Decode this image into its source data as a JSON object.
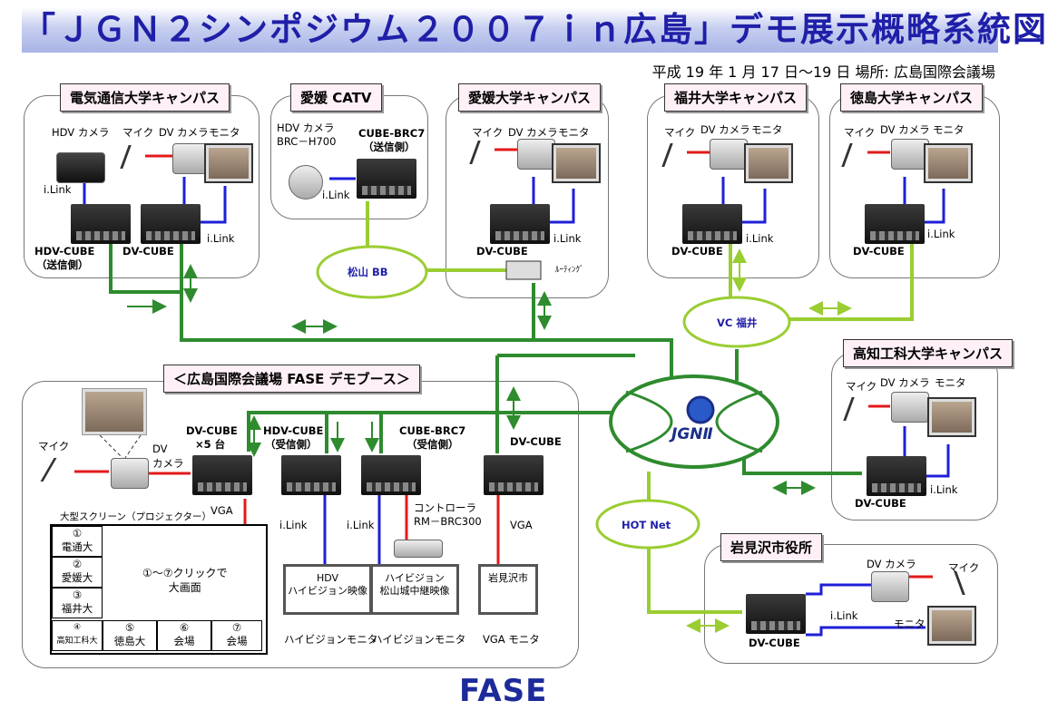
{
  "title": "「ＪＧＮ２シンポジウム２００７ｉｎ広島」デモ展示概略系統図",
  "date_line": "平成 19 年 1 月 17 日〜19 日 場所: 広島国際会議場",
  "sites": {
    "denki": "電気通信大学キャンパス",
    "ehime_catv": "愛媛 CATV",
    "ehime_univ": "愛媛大学キャンパス",
    "fukui": "福井大学キャンパス",
    "tokushima": "徳島大学キャンパス",
    "kochi": "高知工科大学キャンパス",
    "iwamizawa": "岩見沢市役所",
    "fase_booth": "＜広島国際会議場 FASE デモブース＞"
  },
  "labels": {
    "hdv_camera": "HDV カメラ",
    "mic": "マイク",
    "dv_camera": "DV カメラ",
    "monitor": "モニタ",
    "ilink": "i.Link",
    "hdv_cube_send_1": "HDV-CUBE",
    "hdv_cube_send_2": "（送信側）",
    "dv_cube": "DV-CUBE",
    "brc_1": "HDV カメラ",
    "brc_2": "BRC－H700",
    "cube_brc7_send_1": "CUBE-BRC7",
    "cube_brc7_send_2": "（送信側）",
    "matsuyama_bb": "松山 BB",
    "routing": "ﾙｰﾃｨﾝｸﾞ",
    "vc_fukui": "VC 福井",
    "jgn": "JGNⅡ",
    "hot_net": "HOT Net",
    "dv_cube_x5_1": "DV-CUBE",
    "dv_cube_x5_2": "×5 台",
    "hdv_cube_recv_1": "HDV-CUBE",
    "hdv_cube_recv_2": "（受信側）",
    "cube_brc7_recv_1": "CUBE-BRC7",
    "cube_brc7_recv_2": "（受信側）",
    "dv_camera_2": "カメラ",
    "dv_short": "DV",
    "vga": "VGA",
    "controller_1": "コントローラ",
    "controller_2": "RM－BRC300",
    "big_screen": "大型スクリーン（プロジェクター）",
    "hdv_mon_1": "HDV",
    "hdv_mon_2": "ハイビジョン映像",
    "hv_mon_1": "ハイビジョン",
    "hv_mon_2": "松山城中継映像",
    "iwami_mon": "岩見沢市",
    "hv_monitor": "ハイビジョンモニタ",
    "vga_monitor": "VGA モニタ",
    "logo": "FASE"
  },
  "screen_cells": [
    {
      "num": "①",
      "name": "電通大"
    },
    {
      "num": "②",
      "name": "愛媛大"
    },
    {
      "num": "③",
      "name": "福井大"
    },
    {
      "num": "④",
      "name": "高知工科大"
    },
    {
      "num": "⑤",
      "name": "徳島大"
    },
    {
      "num": "⑥",
      "name": "会場"
    },
    {
      "num": "⑦",
      "name": "会場"
    }
  ],
  "screen_center_1": "①〜⑦クリックで",
  "screen_center_2": "大画面",
  "colors": {
    "network_green": "#2e8b2e",
    "light_green": "#9acd32",
    "ilink_blue": "#1f1fd8",
    "audio_red": "#e31a1a",
    "title_blue": "#1f1fa8"
  }
}
